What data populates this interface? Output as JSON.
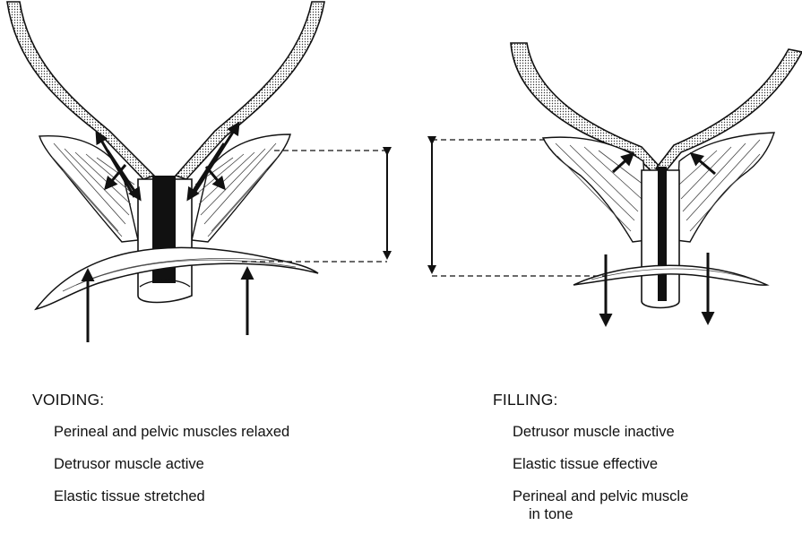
{
  "voiding": {
    "heading": "VOIDING:",
    "lines": [
      "Perineal and pelvic muscles relaxed",
      "Detrusor  muscle active",
      "Elastic tissue stretched"
    ]
  },
  "filling": {
    "heading": "FILLING:",
    "lines": [
      "Detrusor  muscle inactive",
      "Elastic tissue effective",
      "Perineal and pelvic muscle",
      "in tone"
    ]
  },
  "colors": {
    "ink": "#111111",
    "wall_fill": "#d8d8d8"
  }
}
